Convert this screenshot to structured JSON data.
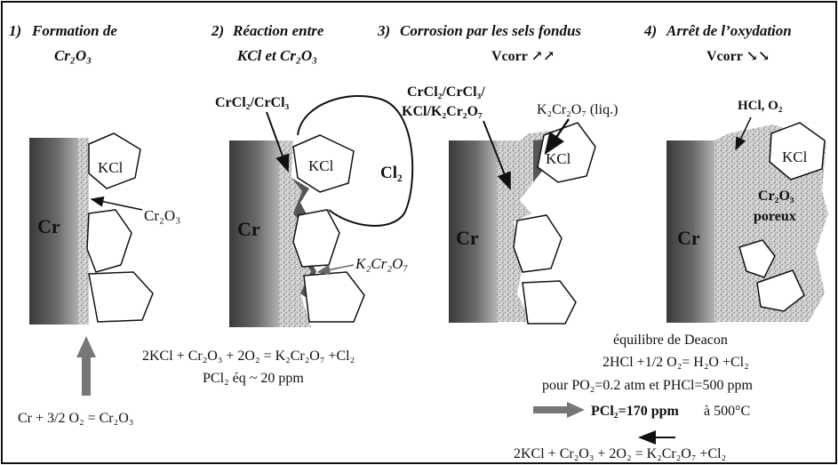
{
  "panels": [
    {
      "number": "1)",
      "title_line1": "Formation de",
      "title_line2": "Cr₂O₃"
    },
    {
      "number": "2)",
      "title_line1": "Réaction entre",
      "title_line2": "KCl et Cr₂O₃"
    },
    {
      "number": "3)",
      "title_line1": "Corrosion par les sels fondus",
      "vcorr": "Vcorr ↗↗"
    },
    {
      "number": "4)",
      "title_line1": "Arrêt de l’oxydation",
      "vcorr": "Vcorr ↘↘"
    }
  ],
  "labels": {
    "cr": "Cr",
    "kcl": "KCl",
    "cr2o3": "Cr₂O₃",
    "crcl": "CrCl₂/CrCl₃",
    "cl2": "Cl₂",
    "k2cr2o7": "K₂Cr₂O₇",
    "p3_line1": "CrCl₂/CrCl₃/",
    "p3_line2": "KCl/K₂Cr₂O₇",
    "k2cr2o7_liq": "K₂Cr₂O₇ (liq.)",
    "hcl_o2": "HCl, O₂",
    "cr2o3_poreux_1": "Cr₂O₃",
    "cr2o3_poreux_2": "poreux"
  },
  "equations": {
    "eq1": "Cr + 3/2 O₂ = Cr₂O₃",
    "eq2": "2KCl + Cr₂O₃ + 2O₂ = K₂Cr₂O₇ +Cl₂",
    "eq2_p": "PCl₂ éq ~ 20 ppm",
    "deacon_title": "équilibre de Deacon",
    "deacon_eq": "2HCl +1/2 O₂= H₂O +Cl₂",
    "deacon_cond": "pour PO₂=0.2 atm et PHCl=500 ppm",
    "pcl2_value": "PCl₂=170 ppm",
    "pcl2_temp": "à 500°C",
    "eq_final": "2KCl + Cr₂O₃ + 2O₂ = K₂Cr₂O₇ +Cl₂"
  },
  "colors": {
    "border": "#111111",
    "metal_dark": "#4a4a4a",
    "metal_light": "#a8a8a8",
    "oxide_speckle": "#9a9a9a",
    "dichromate": "#555555",
    "grey_label": "#707070"
  }
}
